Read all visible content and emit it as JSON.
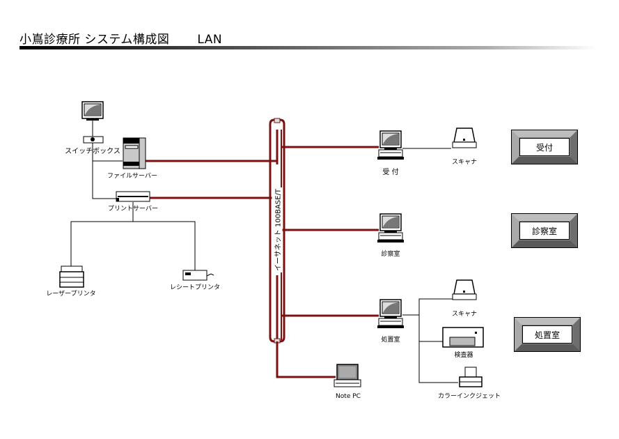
{
  "header": {
    "title": "小嶌診療所 システム構成図",
    "subtitle": "LAN"
  },
  "network": {
    "bus_label": "イーサネット 100BASE/T",
    "bus_color": "#7a1010"
  },
  "devices": {
    "switch_monitor": {
      "label": ""
    },
    "switch_box": {
      "label": "スイッチボックス"
    },
    "file_server": {
      "label": "ファイルサーバー"
    },
    "print_server": {
      "label": "プリントサーバー"
    },
    "laser_printer": {
      "label": "レーザープリンタ"
    },
    "receipt_printer": {
      "label": "レシートプリンタ"
    },
    "pc_reception": {
      "label": "受 付"
    },
    "scanner_reception": {
      "label": "スキャナ"
    },
    "pc_exam": {
      "label": "診察室"
    },
    "pc_treatment": {
      "label": "処置室"
    },
    "scanner_treatment": {
      "label": "スキャナ"
    },
    "analyzer": {
      "label": "検査器"
    },
    "color_inkjet": {
      "label": "カラーインクジェット"
    },
    "note_pc": {
      "label": "Note PC"
    }
  },
  "rooms": [
    {
      "label": "受付"
    },
    {
      "label": "診察室"
    },
    {
      "label": "処置室"
    }
  ]
}
